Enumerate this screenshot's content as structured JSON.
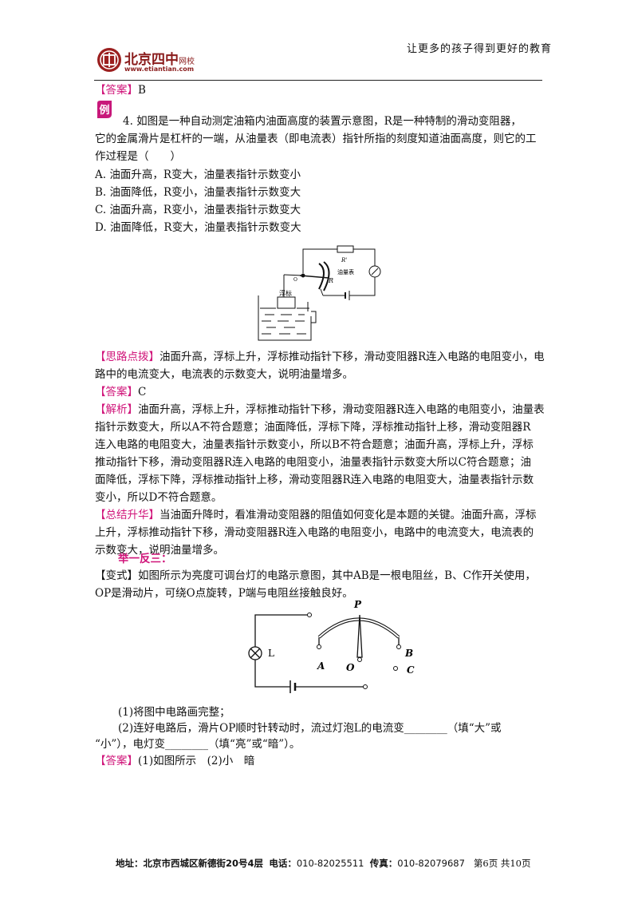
{
  "header": {
    "slogan": "让更多的孩子得到更好的教育",
    "logo_name": "北京四中",
    "logo_suffix": "网校",
    "logo_url": "www.etiantian.com"
  },
  "prev_answer": {
    "tag": "【答案】",
    "value": "B"
  },
  "example": {
    "badge": "例",
    "stem_lines": [
      "4. 如图是一种自动测定油箱内油面高度的装置示意图，R是一种特制的滑动变阻器，",
      "它的金属滑片是杠杆的一端，从油量表（即电流表）指针所指的刻度知道油面高度，则它的工",
      "作过程是（　　）"
    ],
    "options": [
      "A.  油面升高，R变大，油量表指针示数变小",
      "B. 油面降低，R变小，油量表指针示数变大",
      "C. 油面升高，R变小，油量表指针示数变大",
      "D. 油面降低，R变大，油量表指针示数变大"
    ],
    "figure_labels": {
      "r_prime": "R'",
      "r": "R",
      "meter": "油量表",
      "float": "浮标",
      "o": "O"
    },
    "hint_tag": "【思路点拨】",
    "hint_lines": [
      "油面升高，浮标上升，浮标推动指针下移，滑动变阻器R连入电路的电阻变小，电",
      "路中的电流变大，电流表的示数变大，说明油量增多。"
    ],
    "answer_tag": "【答案】",
    "answer_value": "C",
    "analysis_tag": "【解析】",
    "analysis_lines": [
      "油面升高，浮标上升，浮标推动指针下移，滑动变阻器R连入电路的电阻变小，油量表",
      "指针示数变大，所以A不符合题意；油面降低，浮标下降，浮标推动指针上移，滑动变阻器R",
      "连入电路的电阻变大，油量表指针示数变小，所以B不符合题意；油面升高，浮标上升，浮标",
      "推动指针下移，滑动变阻器R连入电路的电阻变小，油量表指针示数变大所以C符合题意；油",
      "面降低，浮标下降，浮标推动指针上移，滑动变阻器R连入电路的电阻变大，油量表指针示数",
      "变小，所以D不符合题意。"
    ],
    "summary_tag": "【总结升华】",
    "summary_lines": [
      "当油面升降时，看准滑动变阻器的阻值如何变化是本题的关键。油面升高，浮标",
      "上升，浮标推动指针下移，滑动变阻器R连入电路的电阻变小，电路中的电流变大，电流表的",
      "示数变大，说明油量增多。"
    ]
  },
  "follow_up": {
    "heading": "举一反三：",
    "variant_tag": "【变式】",
    "stem_lines": [
      "如图所示为亮度可调台灯的电路示意图，其中AB是一根电阻丝，B、C作开关使用，",
      "OP是滑动片，可绕O点旋转，P端与电阻丝接触良好。"
    ],
    "figure_labels": {
      "l": "L",
      "p": "P",
      "a": "A",
      "o": "O",
      "b": "B",
      "c": "C"
    },
    "q1": "(1)将图中电路画完整；",
    "q2_lines": [
      "(2)连好电路后，滑片OP顺时针转动时，流过灯泡L的电流变________（填“大”或",
      "“小”），电灯变________（填“亮”或“暗”）。"
    ],
    "answer_tag": "【答案】",
    "answer_value": "(1)如图所示　(2)小　暗"
  },
  "footer": {
    "address_label": "地址：",
    "address": "北京市西城区新德街20号4层",
    "phone_label": "电话：",
    "phone": "010-82025511",
    "fax_label": "传真：",
    "fax": "010-82079687",
    "page": "第6页 共10页"
  },
  "colors": {
    "accent": "#d0157a",
    "logo": "#8a1c1c"
  }
}
